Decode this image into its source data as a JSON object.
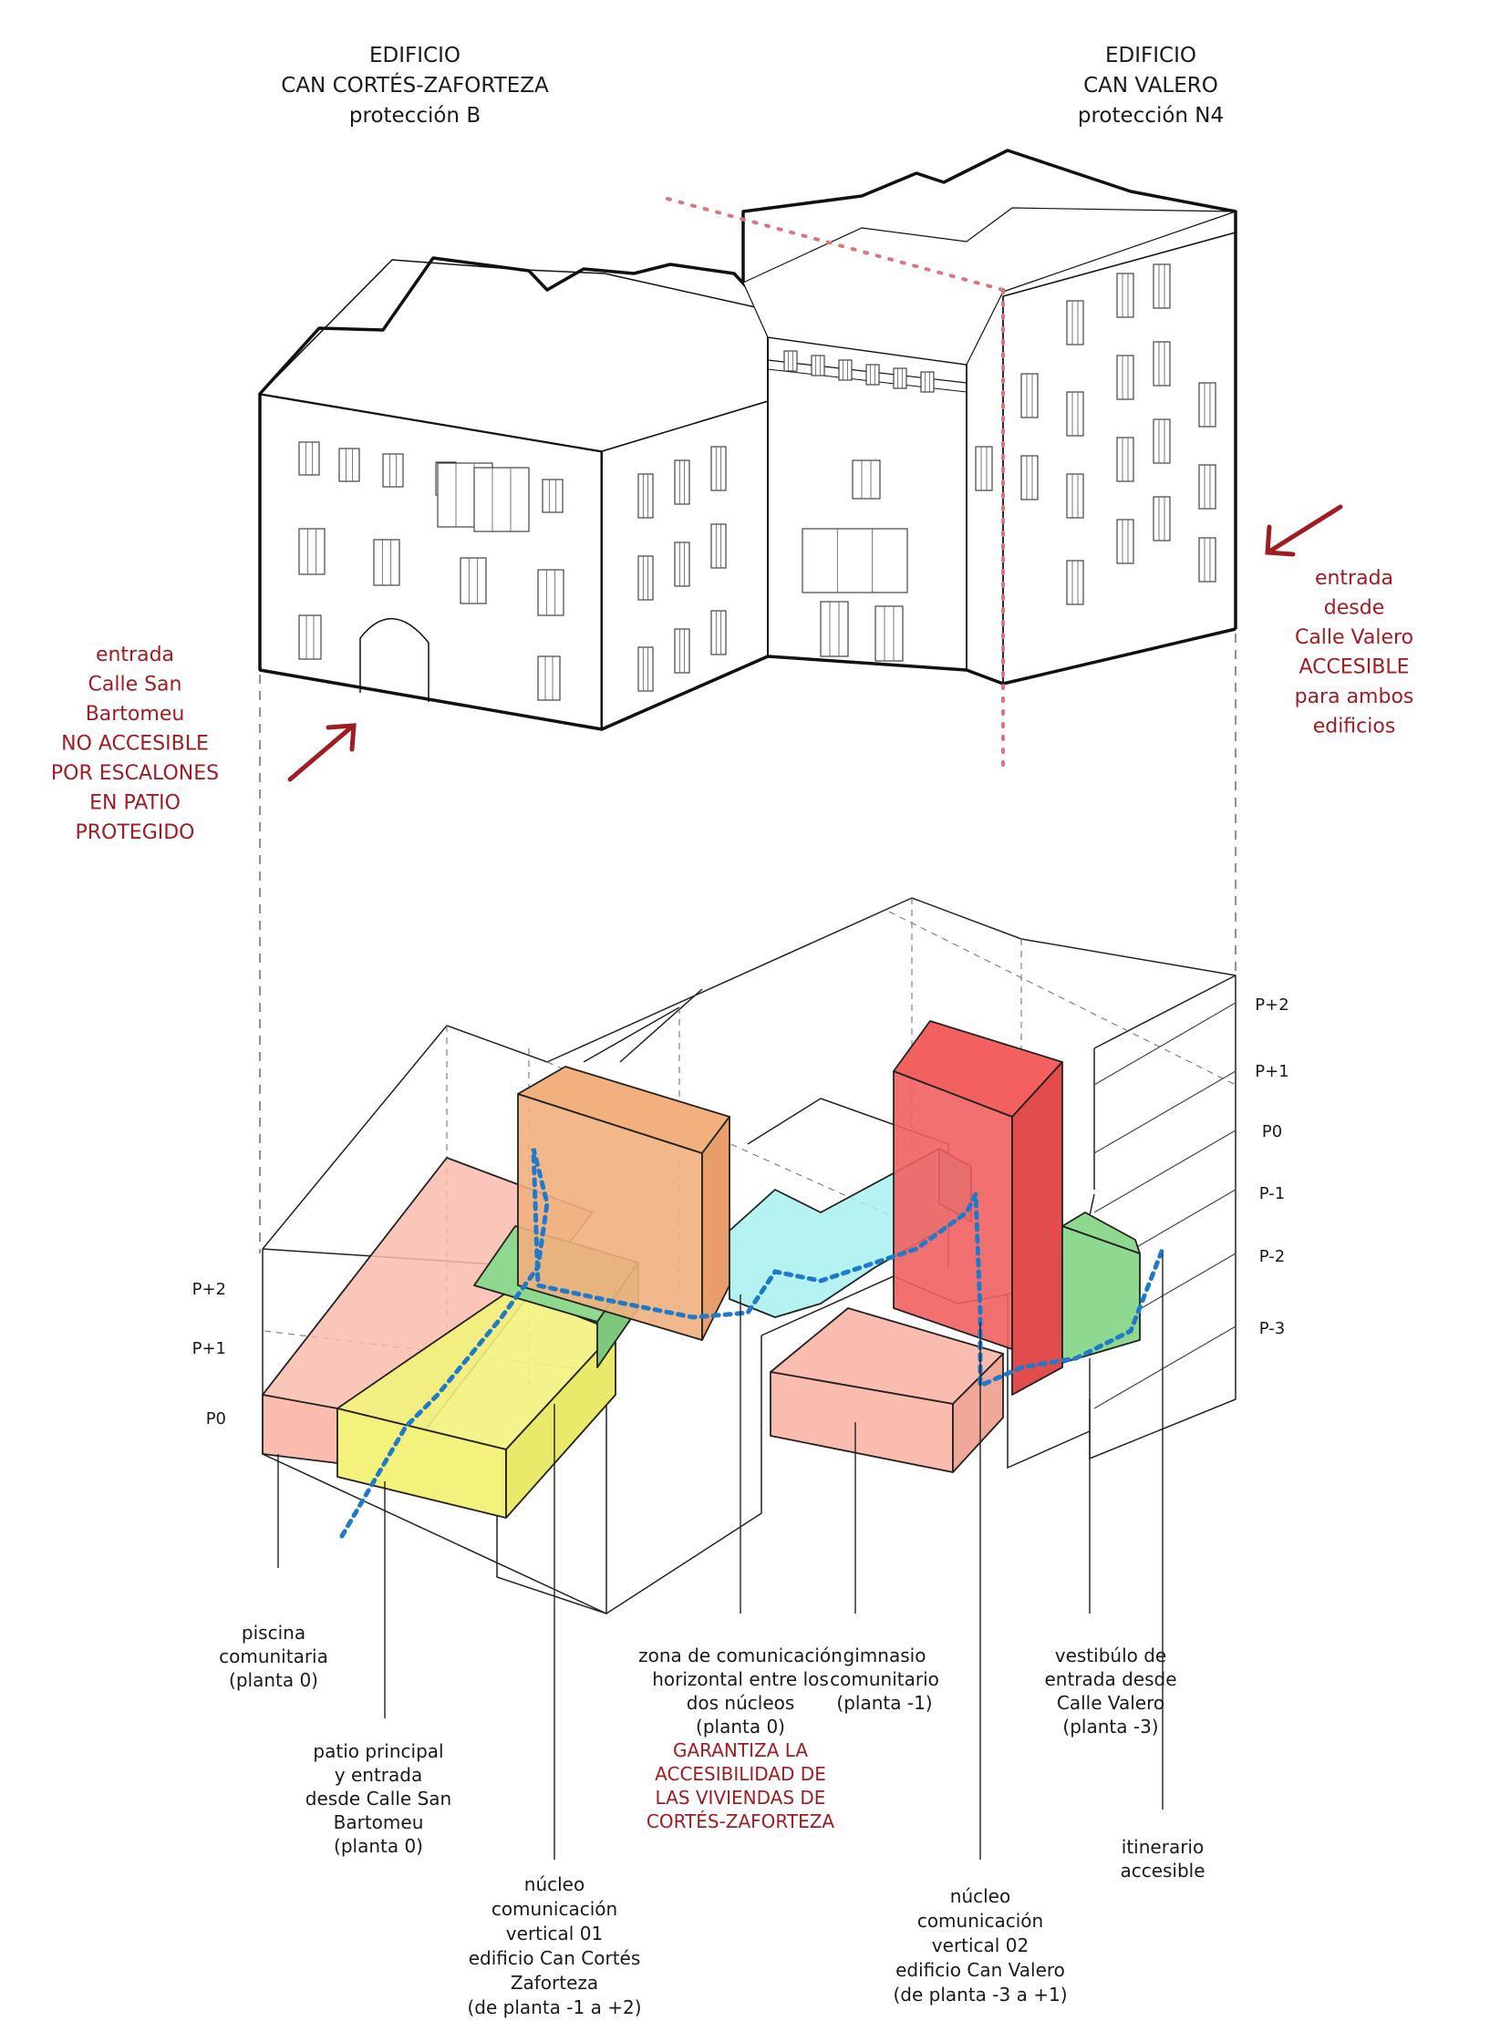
{
  "colors": {
    "accent_red": "#a01c22",
    "route_blue": "#1f7ac9",
    "divider_pink": "#d9777d",
    "salmon": "#f9bcae",
    "yellow": "#f2f27c",
    "green": "#8fd88f",
    "orange": "#f1b07e",
    "cyan": "#a8f0f0",
    "red_block": "#f26060"
  },
  "headers": {
    "left": [
      "EDIFICIO",
      "CAN CORTÉS-ZAFORTEZA",
      "protección B"
    ],
    "right": [
      "EDIFICIO",
      "CAN VALERO",
      "protección N4"
    ]
  },
  "entrances": {
    "left": [
      "entrada",
      "Calle San",
      "Bartomeu",
      "NO ACCESIBLE",
      "POR ESCALONES",
      "EN PATIO",
      "PROTEGIDO"
    ],
    "right": [
      "entrada",
      "desde",
      "Calle Valero",
      "ACCESIBLE",
      "para ambos",
      "edificios"
    ]
  },
  "levels_left": [
    "P+2",
    "P+1",
    "P0"
  ],
  "levels_right": [
    "P+2",
    "P+1",
    "P0",
    "P-1",
    "P-2",
    "P-3"
  ],
  "labels": {
    "piscina": [
      "piscina",
      "comunitaria",
      "(planta 0)"
    ],
    "patio": [
      "patio principal",
      "y entrada",
      "desde Calle San",
      "Bartomeu",
      "(planta 0)"
    ],
    "nucleo1": [
      "núcleo",
      "comunicación",
      "vertical 01",
      "edificio Can Cortés",
      "Zaforteza",
      "(de planta -1 a +2)"
    ],
    "zona": [
      "zona de comunicación",
      "horizontal entre los",
      "dos núcleos",
      "(planta 0)"
    ],
    "zona_red": [
      "GARANTIZA LA",
      "ACCESIBILIDAD DE",
      "LAS VIVIENDAS DE",
      "CORTÉS-ZAFORTEZA"
    ],
    "gimnasio": [
      "gimnasio",
      "comunitario",
      "(planta -1)"
    ],
    "nucleo2": [
      "núcleo",
      "comunicación",
      "vertical 02",
      "edificio Can Valero",
      "(de planta -3 a +1)"
    ],
    "vestibulo": [
      "vestibúlo de",
      "entrada desde",
      "Calle Valero",
      "(planta -3)"
    ],
    "itinerario": [
      "itinerario",
      "accesible"
    ]
  }
}
